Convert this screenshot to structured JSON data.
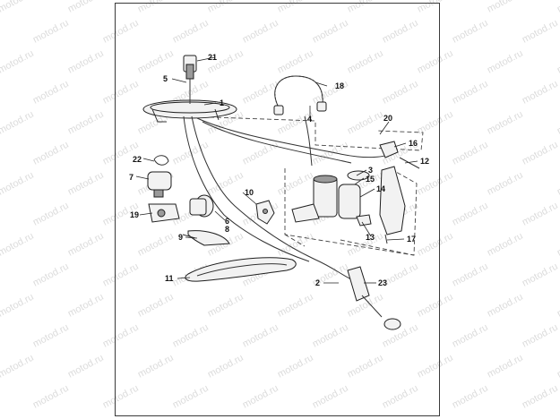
{
  "watermark": "motod.ru",
  "callouts": [
    "1",
    "2",
    "3",
    "4",
    "5",
    "6",
    "7",
    "8",
    "9",
    "10",
    "11",
    "12",
    "13",
    "14",
    "15",
    "16",
    "17",
    "18",
    "19",
    "20",
    "21",
    "22",
    "23"
  ]
}
